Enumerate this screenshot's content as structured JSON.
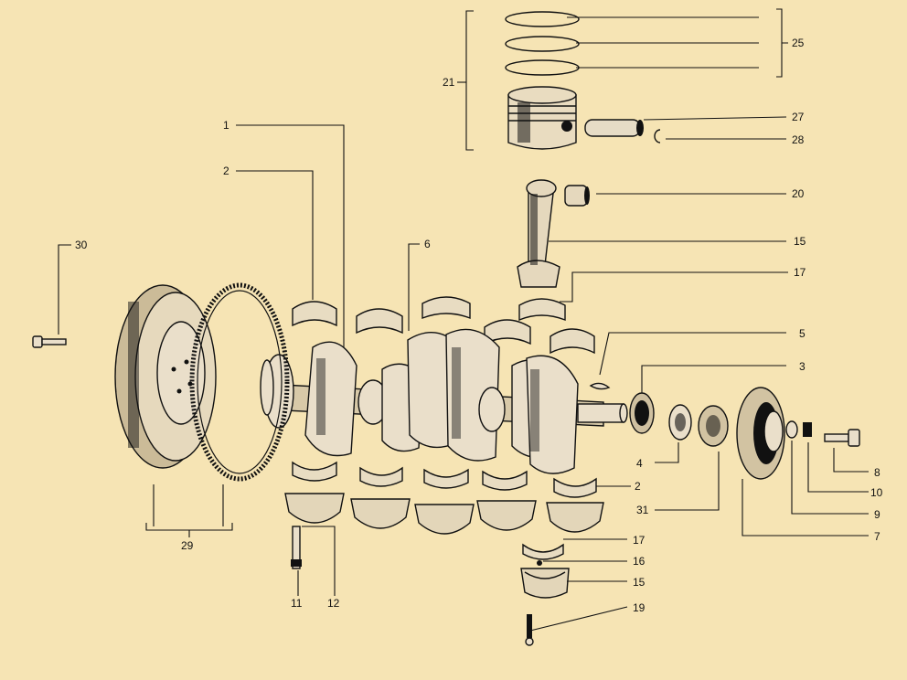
{
  "diagram": {
    "background_color": "#f6e4b4",
    "ink_color": "#111111",
    "callouts": [
      {
        "id": "c1",
        "text": "1"
      },
      {
        "id": "c2a",
        "text": "2"
      },
      {
        "id": "c2b",
        "text": "2"
      },
      {
        "id": "c3",
        "text": "3"
      },
      {
        "id": "c4",
        "text": "4"
      },
      {
        "id": "c5",
        "text": "5"
      },
      {
        "id": "c6",
        "text": "6"
      },
      {
        "id": "c7",
        "text": "7"
      },
      {
        "id": "c8",
        "text": "8"
      },
      {
        "id": "c9",
        "text": "9"
      },
      {
        "id": "c10",
        "text": "10"
      },
      {
        "id": "c11",
        "text": "11"
      },
      {
        "id": "c12",
        "text": "12"
      },
      {
        "id": "c15a",
        "text": "15"
      },
      {
        "id": "c15b",
        "text": "15"
      },
      {
        "id": "c16",
        "text": "16"
      },
      {
        "id": "c17a",
        "text": "17"
      },
      {
        "id": "c17b",
        "text": "17"
      },
      {
        "id": "c19",
        "text": "19"
      },
      {
        "id": "c20",
        "text": "20"
      },
      {
        "id": "c21",
        "text": "21"
      },
      {
        "id": "c25",
        "text": "25"
      },
      {
        "id": "c27",
        "text": "27"
      },
      {
        "id": "c28",
        "text": "28"
      },
      {
        "id": "c29",
        "text": "29"
      },
      {
        "id": "c30",
        "text": "30"
      },
      {
        "id": "c31",
        "text": "31"
      }
    ]
  }
}
